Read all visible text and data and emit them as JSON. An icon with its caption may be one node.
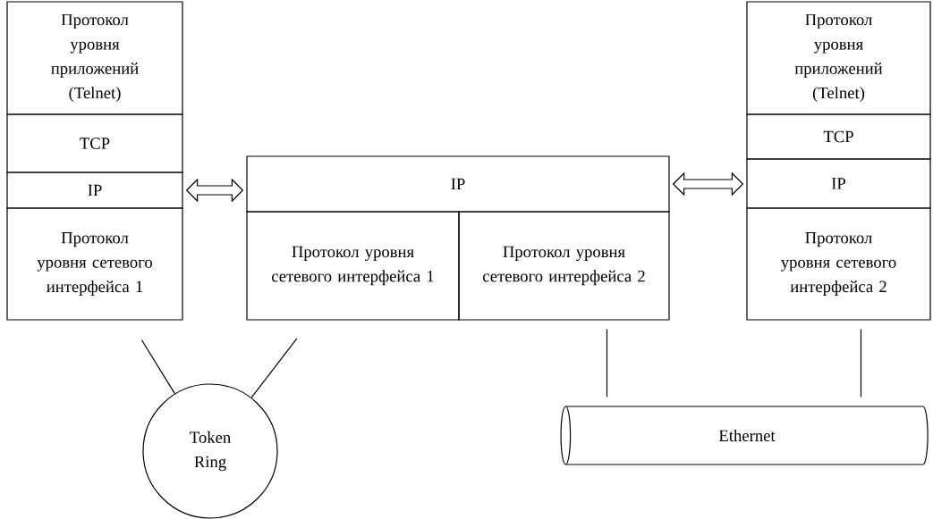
{
  "diagram": {
    "nodes": [
      {
        "text": [
          "Протокол уровня приложений (Telnet)"
        ]
      },
      {
        "text": [
          "TCP"
        ]
      },
      {
        "text": [
          "IP"
        ]
      },
      {
        "text": [
          "Протокол уровня сетевого интерфейса 1"
        ]
      },
      {
        "text": [
          "IP"
        ]
      },
      {
        "text": [
          "Протокол уровня сетевого интерфейса 1"
        ]
      },
      {
        "text": [
          "Протокол уровня сетевого интерфейса 2"
        ]
      },
      {
        "text": [
          "Протокол уровня приложений (Telnet)"
        ]
      },
      {
        "text": [
          "TCP"
        ]
      },
      {
        "text": [
          "IP"
        ]
      },
      {
        "text": [
          "Протокол уровня сетевого интерфейса 2"
        ]
      },
      {
        "text": [
          "Token Ring"
        ]
      },
      {
        "text": [
          "Ethernet"
        ]
      }
    ],
    "edges": [
      {
        "from": 2,
        "to": 4,
        "arrow": "both",
        "style": "thick"
      },
      {
        "from": 4,
        "to": 9,
        "arrow": "both",
        "style": "thick"
      },
      {
        "from": 3,
        "to": 11,
        "arrow": "none"
      },
      {
        "from": 5,
        "to": 11,
        "arrow": "none"
      },
      {
        "from": 6,
        "to": 12,
        "arrow": "none"
      },
      {
        "from": 10,
        "to": 12,
        "arrow": "none"
      }
    ]
  }
}
